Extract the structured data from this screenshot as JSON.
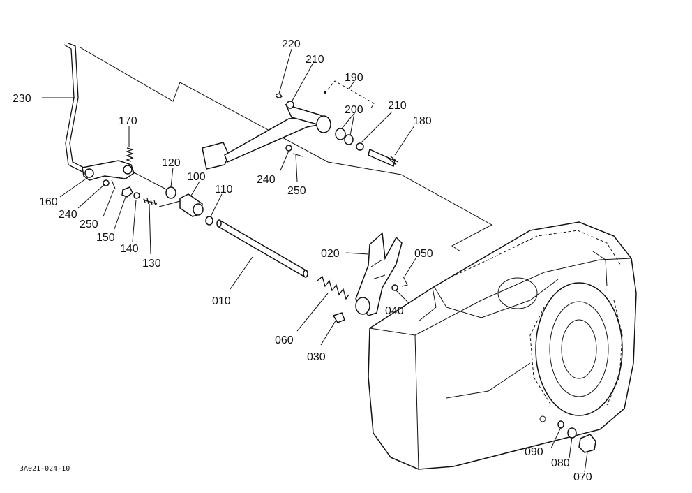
{
  "drawing_code": "3A021-024-10",
  "labels": {
    "p010": "010",
    "p020": "020",
    "p030": "030",
    "p040": "040",
    "p050": "050",
    "p060": "060",
    "p070": "070",
    "p080": "080",
    "p090": "090",
    "p100": "100",
    "p110": "110",
    "p120": "120",
    "p130": "130",
    "p140": "140",
    "p150": "150",
    "p160": "160",
    "p170": "170",
    "p180": "180",
    "p190": "190",
    "p200": "200",
    "p210a": "210",
    "p210b": "210",
    "p220": "220",
    "p230": "230",
    "p240a": "240",
    "p240b": "240",
    "p250a": "250",
    "p250b": "250"
  }
}
